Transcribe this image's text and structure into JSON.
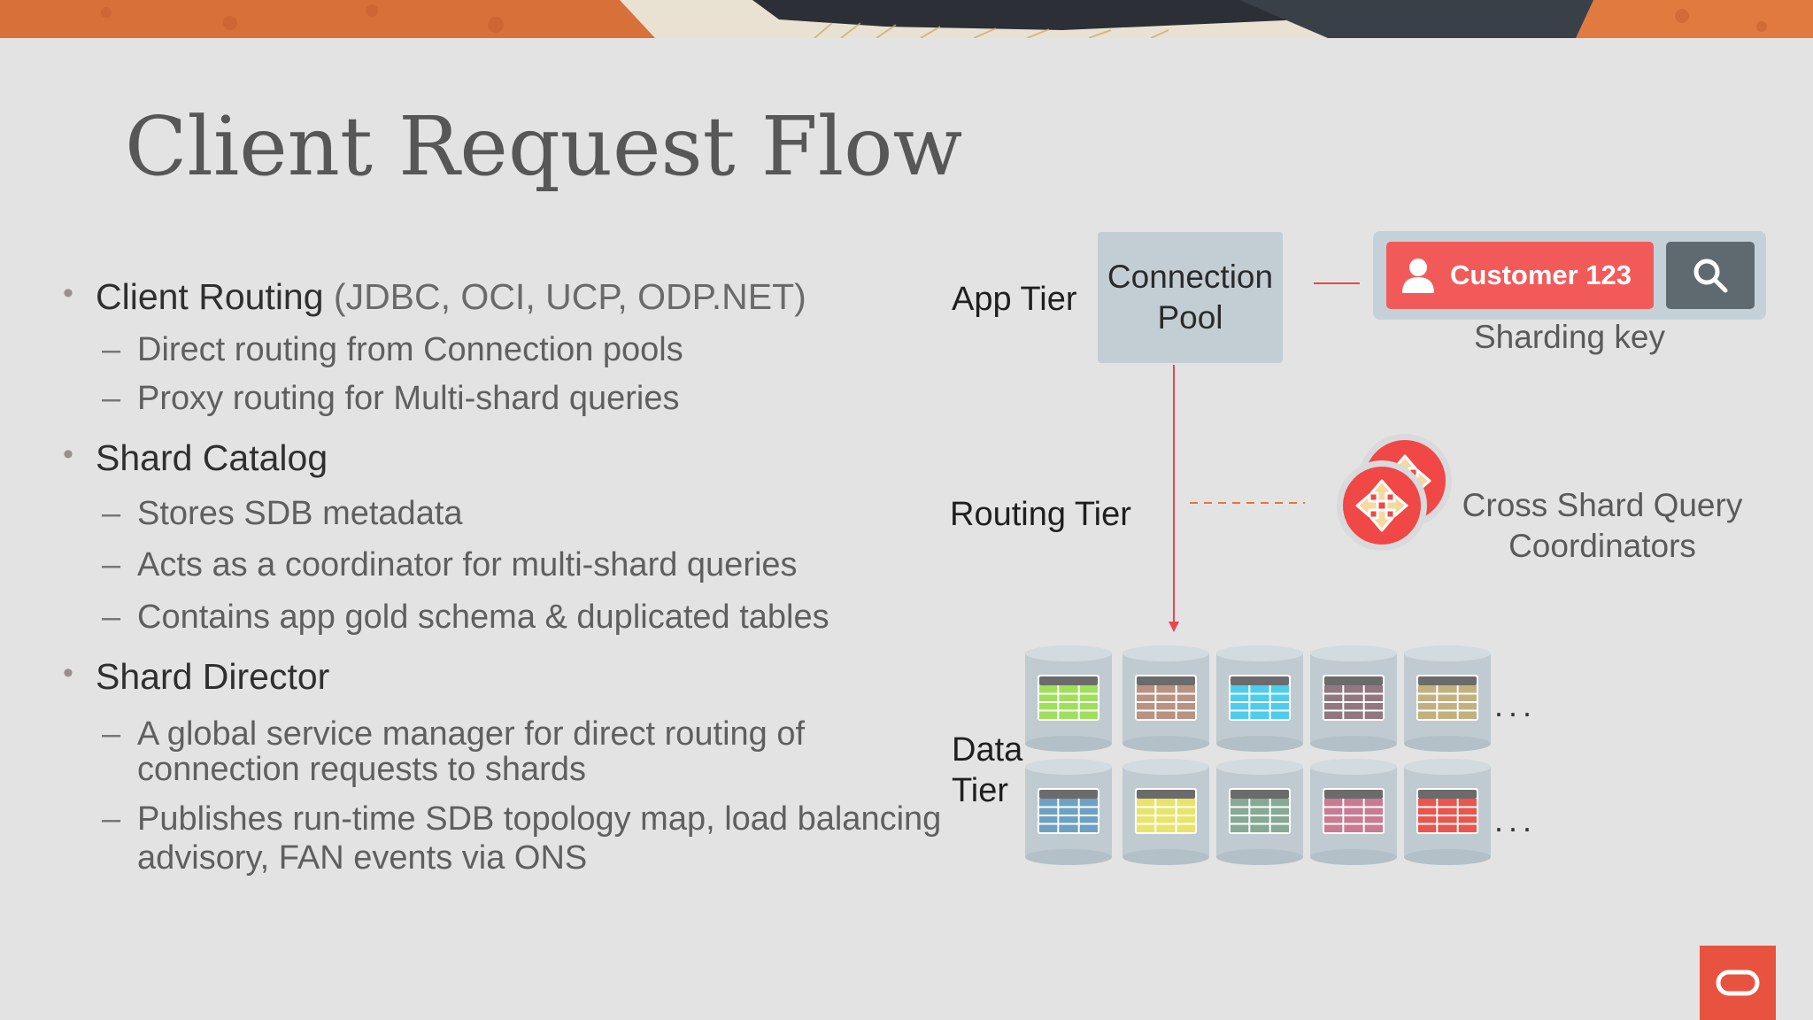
{
  "slide": {
    "title": "Client Request Flow"
  },
  "bullets": [
    {
      "main": "Client Routing",
      "extra": " (JDBC, OCI, UCP, ODP.NET)",
      "subs": [
        "Direct routing from Connection pools",
        "Proxy routing for Multi-shard queries"
      ]
    },
    {
      "main": "Shard Catalog",
      "extra": "",
      "subs": [
        "Stores SDB metadata",
        "Acts as a coordinator for multi-shard queries",
        "Contains app gold schema & duplicated tables"
      ]
    },
    {
      "main": "Shard Director",
      "extra": "",
      "subs": [
        "A global service manager for direct routing of",
        "connection requests to shards",
        "Publishes run-time SDB topology map, load balancing",
        "advisory, FAN events via ONS"
      ]
    }
  ],
  "diagram": {
    "app_tier_label": "App Tier",
    "connection_pool_label": "Connection\nPool",
    "customer_label": "Customer 123",
    "sharding_key_label": "Sharding key",
    "routing_tier_label": "Routing Tier",
    "coordinators_label": "Cross Shard Query Coordinators",
    "data_tier_label": "Data\nTier",
    "ellipsis": "...",
    "colors": {
      "accent": "#f04747",
      "pool_bg": "#c3ced4",
      "search_btn": "#5f6a70",
      "oracle": "#e8533f"
    },
    "shard_colors_row1": [
      "#9fe05a",
      "#b99281",
      "#4dcdee",
      "#91777f",
      "#c2b07f"
    ],
    "shard_colors_row2": [
      "#6ea1c1",
      "#e8e46b",
      "#87a894",
      "#c97b92",
      "#e8564e"
    ]
  },
  "icons": {
    "customer": "person-icon",
    "search": "search-icon",
    "coordinator": "move-arrows-icon",
    "oracle": "oracle-logo-icon"
  }
}
